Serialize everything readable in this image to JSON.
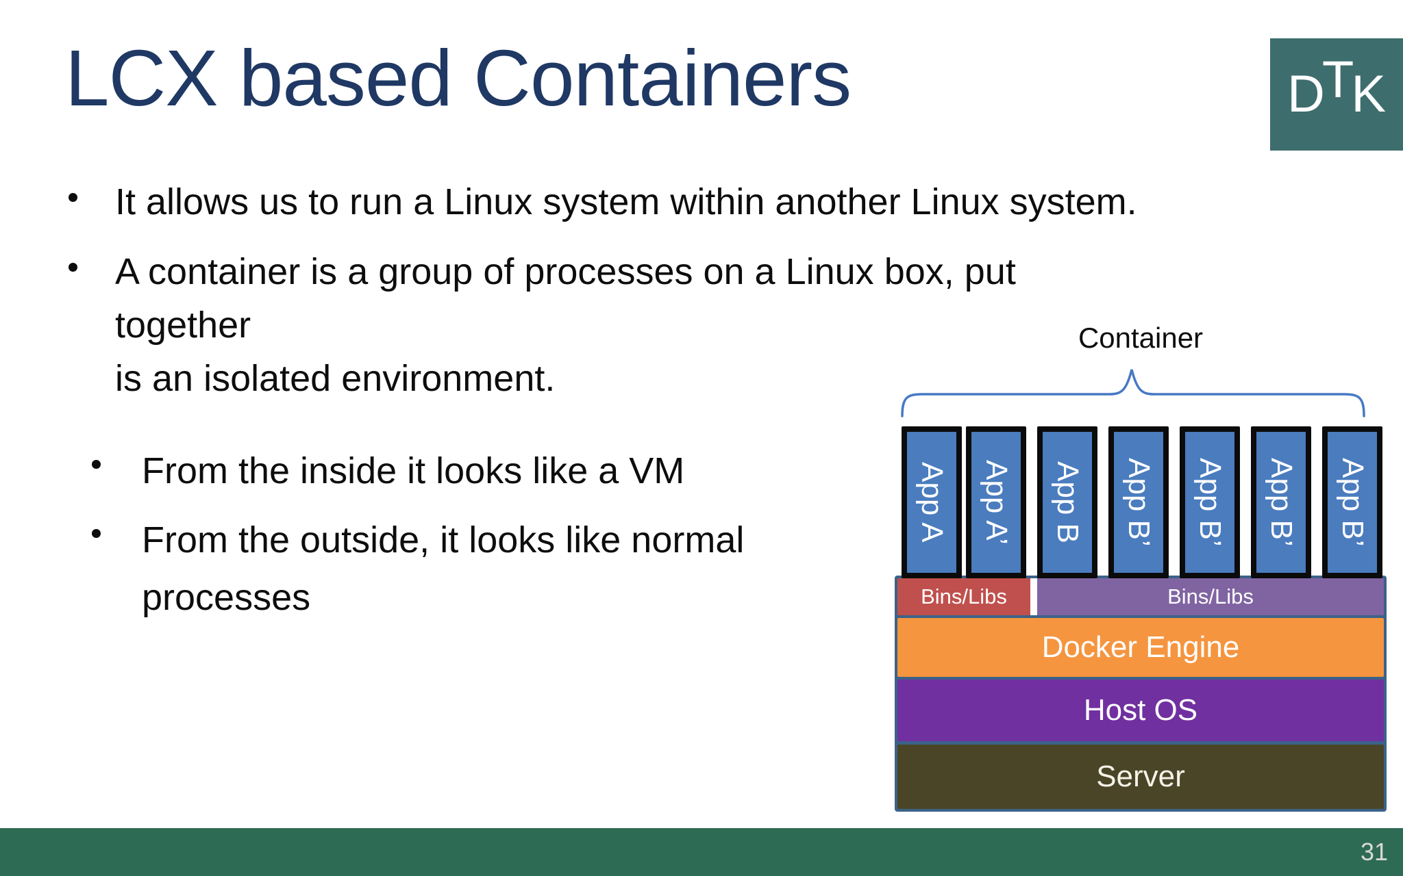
{
  "slide": {
    "title": "LCX based Containers",
    "page_number": "31"
  },
  "logo": {
    "letter_d": "D",
    "letter_t": "T",
    "letter_k": "K"
  },
  "bullets": [
    {
      "lines": [
        "It allows us to run a Linux system within another Linux system."
      ]
    },
    {
      "lines": [
        "A container is a group of processes on a Linux box, put together",
        "is an isolated environment."
      ]
    }
  ],
  "sub_bullets": [
    {
      "lines": [
        "From the inside it looks like a VM"
      ]
    },
    {
      "lines": [
        "From the outside, it looks like normal",
        "processes"
      ]
    }
  ],
  "diagram": {
    "container_label": "Container",
    "apps": [
      "App A",
      "App A’",
      "App B",
      "App B’",
      "App B’",
      "App B’",
      "App B’"
    ],
    "bins_libs_left": "Bins/Libs",
    "bins_libs_right": "Bins/Libs",
    "layers": {
      "docker": "Docker Engine",
      "host": "Host OS",
      "server": "Server"
    },
    "colors": {
      "app_blue": "#4A7CBE",
      "app_border_black": "#0b0b0b",
      "bins_red": "#C0504D",
      "bins_purple": "#8064A2",
      "docker_orange": "#F5953F",
      "host_purple": "#7030A0",
      "server_olive": "#4A4527",
      "frame_blue": "#3C6288",
      "brace_blue": "#4779C4"
    }
  },
  "theme": {
    "title_navy": "#1F3864",
    "logo_teal": "#3E6D6D",
    "footer_green": "#2E6B54"
  }
}
